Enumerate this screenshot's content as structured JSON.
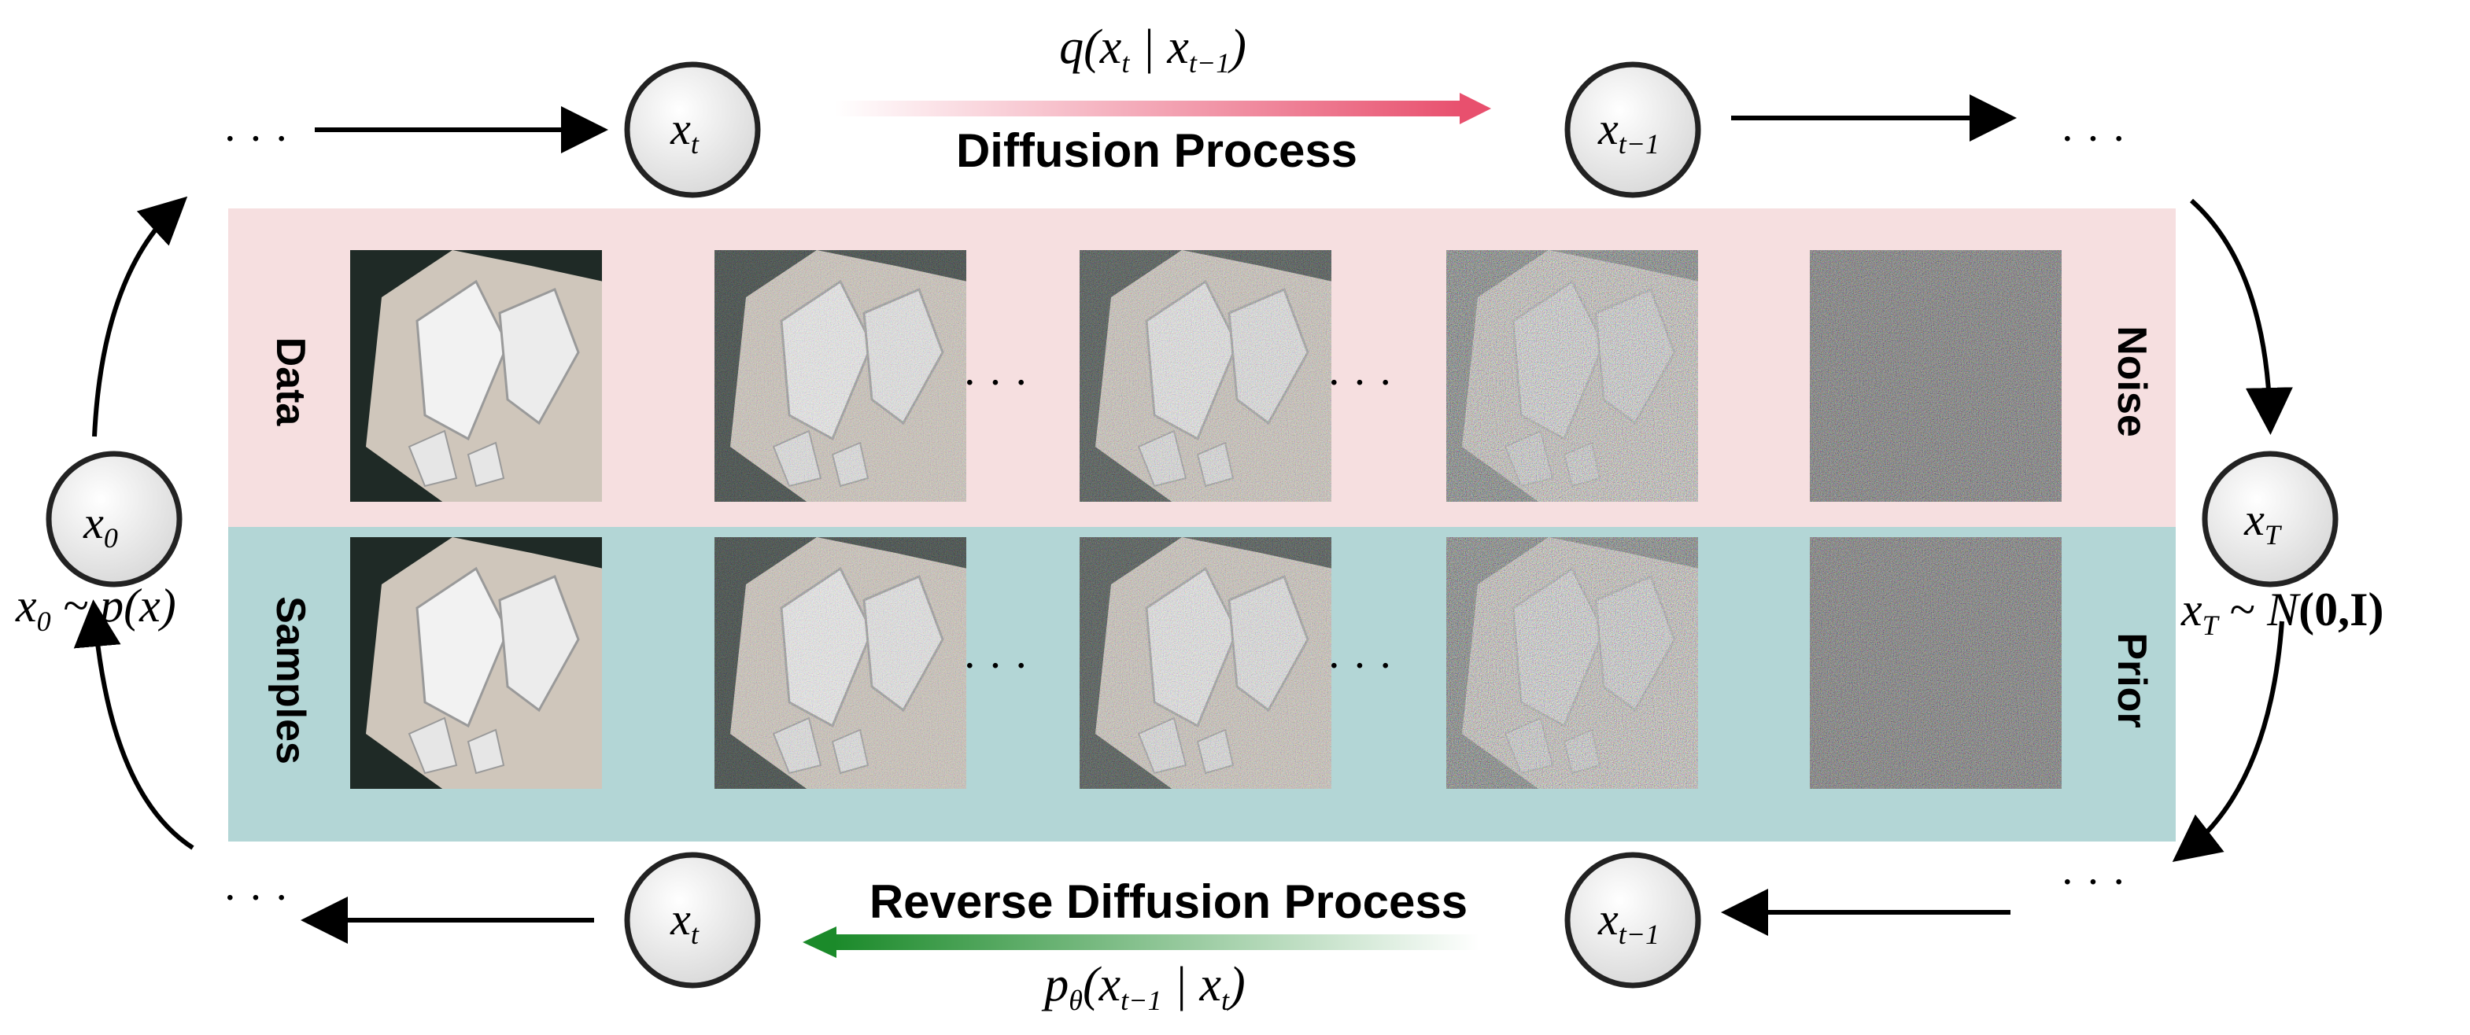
{
  "diagram": {
    "top_labels": {
      "forward_formula": "q(xt | xt−1)",
      "forward_title": "Diffusion Process"
    },
    "bottom_labels": {
      "reverse_title": "Reverse Diffusion Process",
      "reverse_formula": "pθ(xt−1 | xt)"
    },
    "nodes": {
      "x0": "x0",
      "xt_top": "xt",
      "xt1_top": "xt−1",
      "xT": "xT",
      "xt_bottom": "xt",
      "xt1_bottom": "xt−1"
    },
    "distributions": {
      "data_dist": "x0 ~ p(x)",
      "prior_dist": "xT ~ N(0,I)"
    },
    "ellipses": "· · ·",
    "row_labels": {
      "data": "Data",
      "noise": "Noise",
      "samples": "Samples",
      "prior": "Prior"
    },
    "colors": {
      "data_row_bg": "#f6dfe0",
      "samples_row_bg": "#b3d6d6",
      "forward_arrow": "#e8506e",
      "reverse_arrow": "#1b8a2a",
      "node_fill": "#e6e6e6"
    },
    "image_noise_levels": [
      0.0,
      0.35,
      0.45,
      0.75,
      1.0
    ]
  }
}
